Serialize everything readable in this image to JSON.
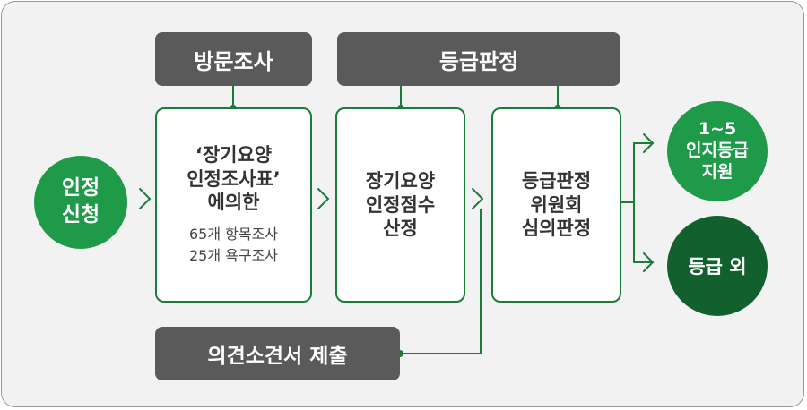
{
  "colors": {
    "green": "#1f9a48",
    "dark_green": "#13602f",
    "line_green": "#1a7d3a",
    "gray": "#5a5a5a"
  },
  "headers": {
    "visit": "방문조사",
    "grading": "등급판정"
  },
  "start": {
    "line1": "인정",
    "line2": "신청"
  },
  "box1": {
    "line1": "‘장기요양",
    "line2": "인정조사표’",
    "line3": "에의한",
    "sub1": "65개 항목조사",
    "sub2": "25개 욕구조사"
  },
  "box2": {
    "line1": "장기요양",
    "line2": "인정점수",
    "line3": "산정"
  },
  "box3": {
    "line1": "등급판정",
    "line2": "위원회",
    "line3": "심의판정"
  },
  "outcome_support": {
    "line1": "1~5",
    "line2": "인지등급",
    "line3": "지원"
  },
  "outcome_other": {
    "label": "등급 외"
  },
  "opinion": {
    "label": "의견소견서 제출"
  }
}
